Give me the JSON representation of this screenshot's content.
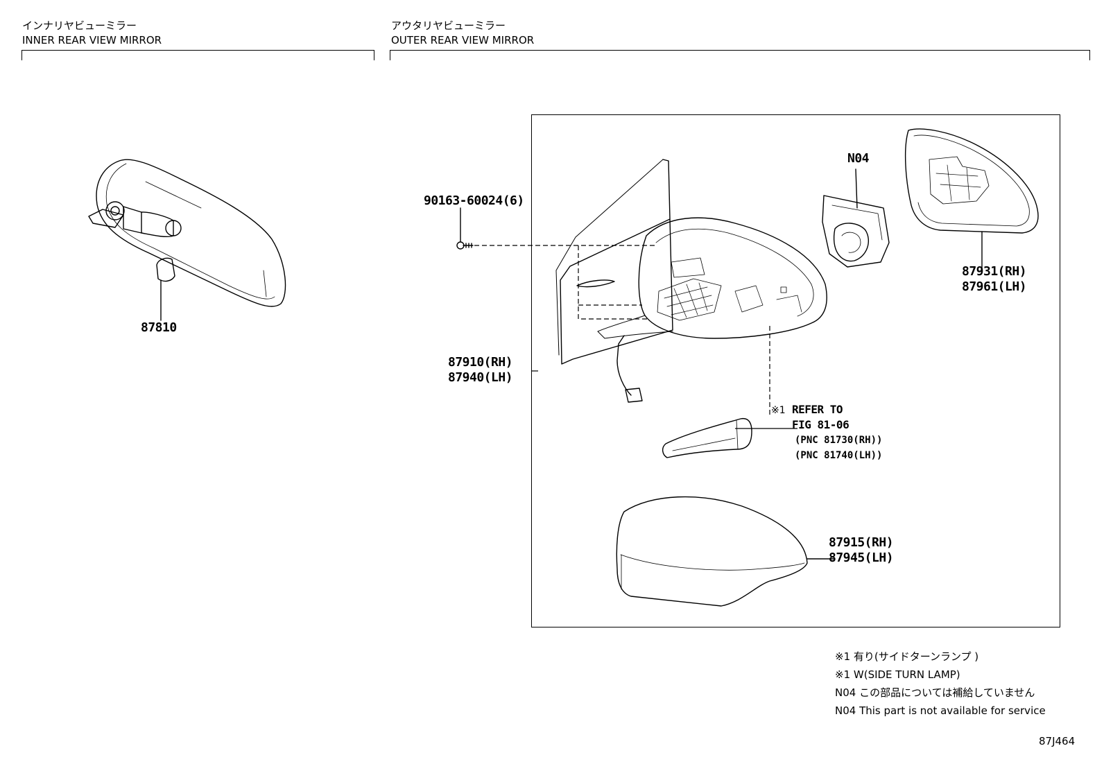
{
  "sections": {
    "inner": {
      "title_jp": "インナリヤビューミラー",
      "title_en": "INNER REAR VIEW MIRROR"
    },
    "outer": {
      "title_jp": "アウタリヤビューミラー",
      "title_en": "OUTER REAR VIEW MIRROR"
    }
  },
  "parts": {
    "inner_mirror": "87810",
    "screw": "90163-60024(6)",
    "n04": "N04",
    "glass_rh": "87931(RH)",
    "glass_lh": "87961(LH)",
    "mirror_rh": "87910(RH)",
    "mirror_lh": "87940(LH)",
    "cover_rh": "87915(RH)",
    "cover_lh": "87945(LH)"
  },
  "reference": {
    "mark": "※1",
    "line1": "REFER TO",
    "line2": "FIG 81-06",
    "line3": "(PNC 81730(RH))",
    "line4": "(PNC 81740(LH))"
  },
  "notes": [
    "※1 有り(サイドターンランプ )",
    "※1 W(SIDE TURN LAMP)",
    "N04 この部品については補給していません",
    "N04 This part is not available for service"
  ],
  "figure_id": "87J464"
}
